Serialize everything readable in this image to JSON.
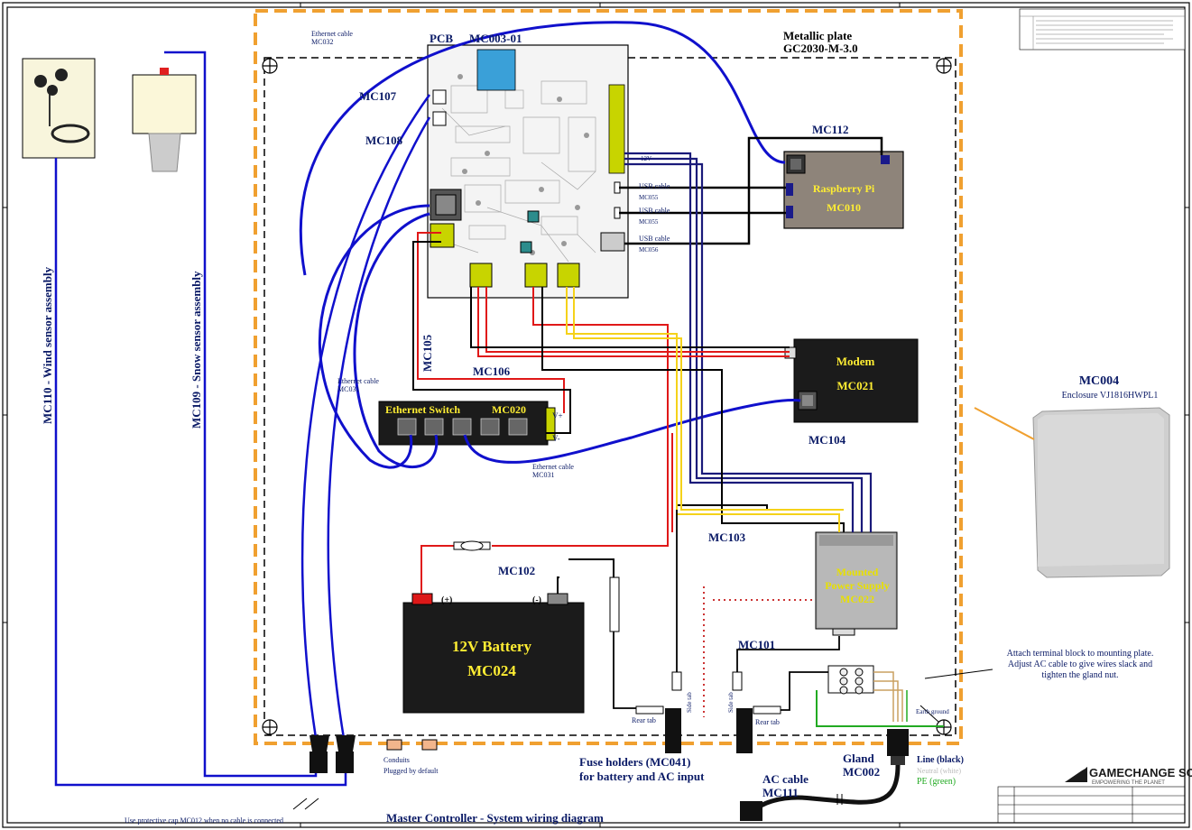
{
  "diagram": {
    "title": "Master Controller - System wiring diagram",
    "plate": {
      "line1": "Metallic plate",
      "line2": "GC2030-M-3.0"
    },
    "pcb": {
      "label": "PCB",
      "code": "MC003-01"
    },
    "raspberry": {
      "line1": "Raspberry Pi",
      "line2": "MC010"
    },
    "modem": {
      "line1": "Modem",
      "line2": "MC021"
    },
    "ethernet_switch": {
      "label": "Ethernet Switch",
      "code": "MC020",
      "v_plus": "V+",
      "v_minus": "V-"
    },
    "battery": {
      "line1": "12V Battery",
      "line2": "MC024",
      "plus": "(+)",
      "minus": "(-)"
    },
    "power_supply": {
      "line1": "Mounted",
      "line2": "Power Supply",
      "line3": "MC022"
    },
    "enclosure": {
      "code": "MC004",
      "name": "Enclosure VJ1816HWPL1"
    },
    "wind_sensor": "MC110 - Wind sensor assembly",
    "snow_sensor": "MC109 - Snow sensor assembly",
    "cables": {
      "mc107": "MC107",
      "mc108": "MC108",
      "mc112": "MC112",
      "mc105": "MC105",
      "mc106": "MC106",
      "mc104": "MC104",
      "mc103": "MC103",
      "mc102": "MC102",
      "mc101": "MC101",
      "eth_top_1": "Ethernet cable",
      "eth_top_2": "MC032",
      "eth_left_1": "Ethernet cable",
      "eth_left_2": "MC031",
      "eth_bottom_1": "Ethernet cable",
      "eth_bottom_2": "MC031",
      "usb1_1": "USB cable",
      "usb1_2": "MC055",
      "usb2_1": "USB cable",
      "usb2_2": "MC055",
      "usb3_1": "USB cable",
      "usb3_2": "MC056",
      "pcb_12v": "12V"
    },
    "fuse": {
      "line1": "Fuse holders (MC041)",
      "line2": "for battery and AC input",
      "rear_tab": "Rear tab",
      "side_tab": "Side tab"
    },
    "conduits": {
      "line1": "Conduits",
      "line2": "Plugged by default"
    },
    "protective_cap": "Use protective cap MC012 when no cable is connected",
    "gland": {
      "line1": "Gland",
      "line2": "MC002"
    },
    "ac_cable": {
      "line1": "AC cable",
      "line2": "MC111"
    },
    "line_black": "Line (black)",
    "neutral_white": "Neutral (white)",
    "pe": "PE (green)",
    "earth_ground": "Earth ground",
    "terminal_note": {
      "line1": "Attach terminal block to mounting plate.",
      "line2": "Adjust AC cable to give wires slack and",
      "line3": "tighten the gland nut."
    },
    "logo": {
      "name": "GAMECHANGE SOLAR",
      "tagline": "EMPOWERING THE PLANET"
    },
    "colors": {
      "blue_cable": "#1010cc",
      "plate_border": "#f0a030",
      "red_wire": "#e01818",
      "yellow_wire": "#f5d21a",
      "device_dark": "#1b1b1b",
      "rpi": "#8e847a",
      "connector": "#c8d400"
    }
  }
}
